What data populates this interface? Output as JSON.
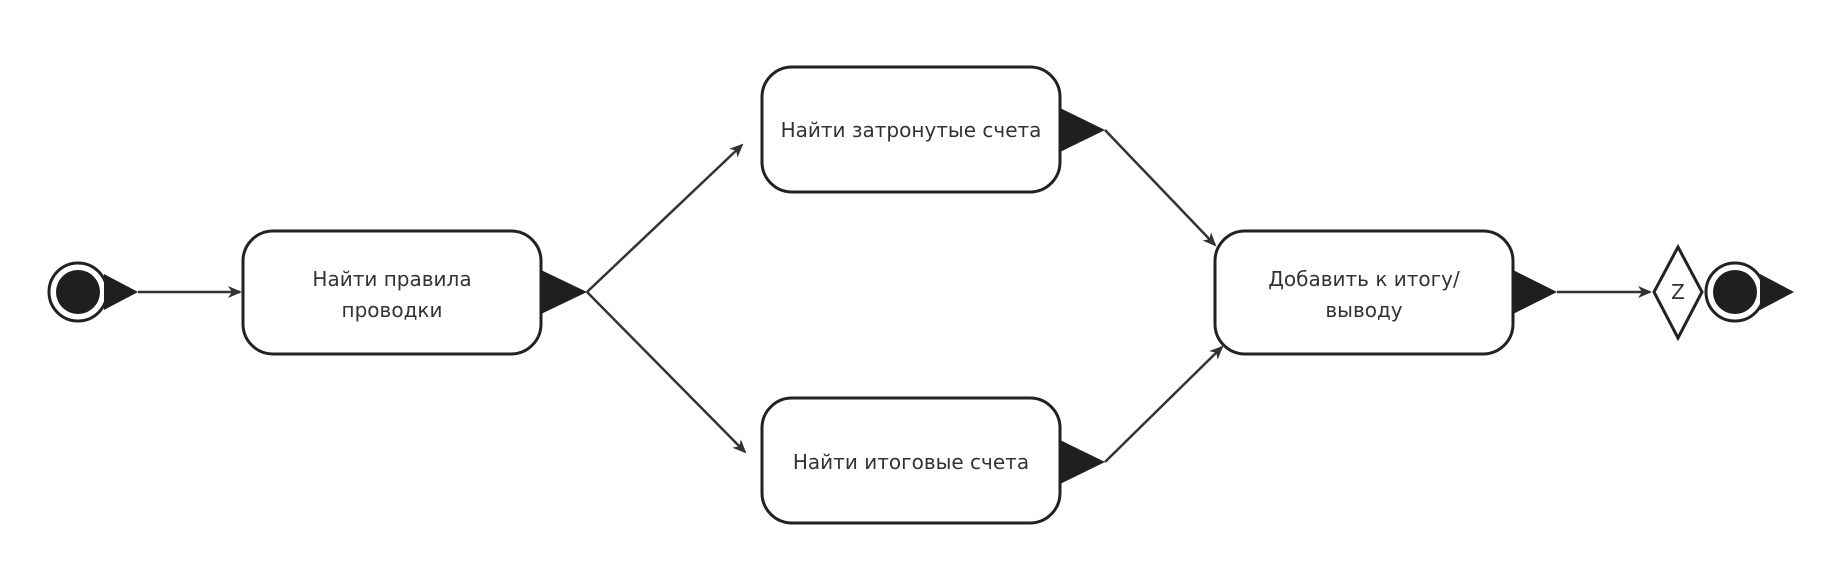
{
  "diagram": {
    "colors": {
      "stroke": "#222222",
      "text": "#333333",
      "fill": "#ffffff",
      "marker": "#1f1f1f"
    },
    "nodes": {
      "start": {
        "kind": "initial-state"
      },
      "rules": {
        "label_line1": "Найти правила",
        "label_line2": "проводки"
      },
      "affected": {
        "label": "Найти затронутые счета"
      },
      "totals": {
        "label": "Найти итоговые счета"
      },
      "add": {
        "label_line1": "Добавить к итогу/",
        "label_line2": "выводу"
      },
      "gate": {
        "label": "Z"
      },
      "end": {
        "kind": "final-state"
      }
    },
    "edges": [
      {
        "from": "start",
        "to": "rules"
      },
      {
        "from": "rules",
        "to": "affected"
      },
      {
        "from": "rules",
        "to": "totals"
      },
      {
        "from": "affected",
        "to": "add"
      },
      {
        "from": "totals",
        "to": "add"
      },
      {
        "from": "add",
        "to": "gate"
      }
    ]
  }
}
